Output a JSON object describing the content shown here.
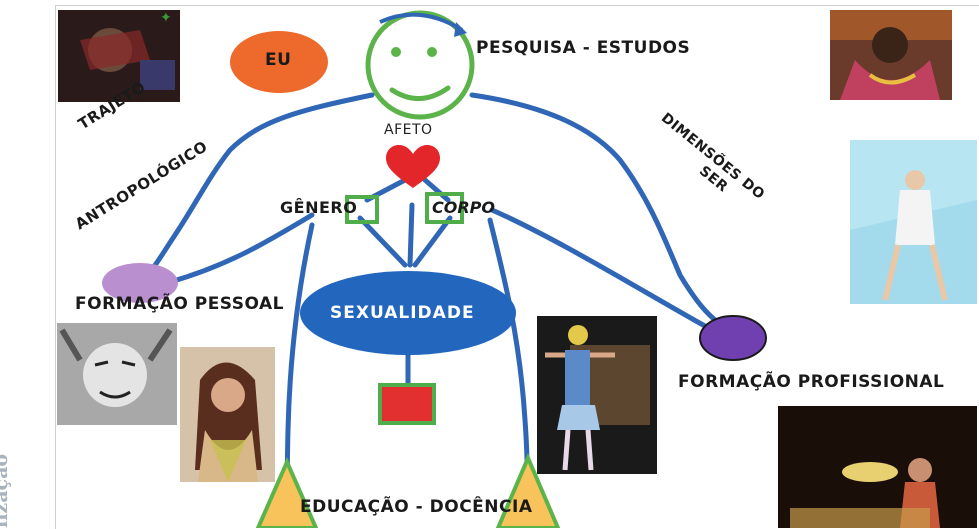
{
  "side_caption": "lização",
  "labels": {
    "eu": "EU",
    "pesquisa": "PESQUISA - ESTUDOS",
    "afeto": "AFETO",
    "trajeto_1": "TRAJETO",
    "trajeto_2": "ANTROPOLÓGICO",
    "dimensoes_1": "DIMENSÕES DO",
    "dimensoes_2": "SER",
    "genero": "GÊNERO",
    "corpo": "CORPO",
    "sexualidade": "SEXUALIDADE",
    "formacao_pessoal": "FORMAÇÃO PESSOAL",
    "formacao_profissional": "FORMAÇÃO PROFISSIONAL",
    "educacao": "EDUCAÇÃO - DOCÊNCIA"
  },
  "colors": {
    "line_blue": "#2f66b5",
    "face_green": "#5bb34a",
    "eu_orange": "#ee6a2c",
    "heart_red": "#e2262a",
    "box_green": "#4fae4a",
    "sexualidade_blue": "#2366bd",
    "pessoal_lilac": "#b98fd0",
    "profissional_purple": "#7040b0",
    "square_red": "#e23030",
    "triangle_fill": "#f7c35a",
    "triangle_border": "#5bb34a"
  }
}
